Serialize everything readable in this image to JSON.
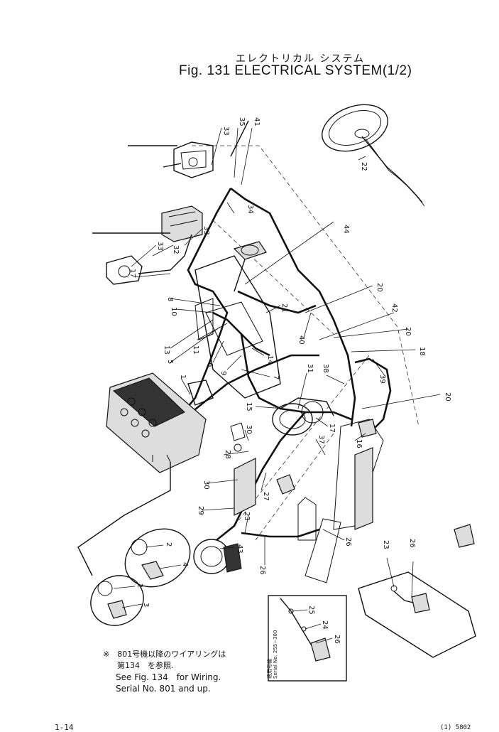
{
  "title_jp": "エレクトリカル システム",
  "title_en": "Fig. 131 ELECTRICAL SYSTEM(1/2)",
  "note": {
    "line1": "※　801号機以降のワイアリングは",
    "line2": "第134　を参照.",
    "line3": "See Fig. 134　for Wiring.",
    "line4": "Serial No. 801 and up."
  },
  "inset_label": "Serial No. 255~300",
  "inset_label_jp": "適用号機",
  "page_number": "1-14",
  "page_code": "(1) 5802",
  "callouts": [
    "33",
    "35",
    "41",
    "22",
    "34",
    "44",
    "33",
    "32",
    "33",
    "17",
    "8",
    "10",
    "13",
    "11",
    "5",
    "6",
    "9",
    "14",
    "7",
    "21",
    "20",
    "42",
    "20",
    "40",
    "18",
    "39",
    "31",
    "38",
    "20",
    "15",
    "1",
    "17",
    "16",
    "37",
    "30",
    "28",
    "30",
    "27",
    "29",
    "23",
    "43",
    "26",
    "26",
    "2",
    "4",
    "2",
    "3",
    "23",
    "26",
    "25",
    "24",
    "26"
  ]
}
